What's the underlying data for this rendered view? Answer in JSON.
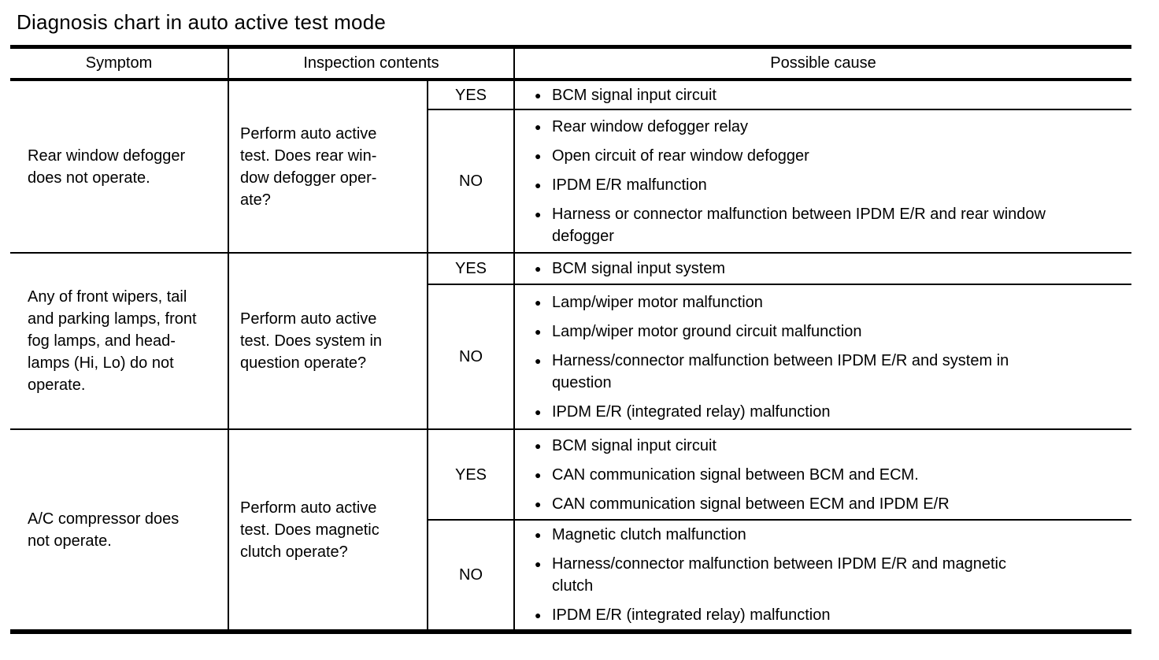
{
  "page": {
    "title": "Diagnosis chart in auto active test mode"
  },
  "table": {
    "headers": {
      "symptom": "Symptom",
      "inspection": "Inspection contents",
      "cause": "Possible cause"
    },
    "yes_label": "YES",
    "no_label": "NO",
    "rows": [
      {
        "symptom": "Rear window defogger\ndoes not operate.",
        "inspection": "Perform auto active\ntest. Does rear win-\ndow defogger oper-\nate?",
        "yes_causes": [
          "BCM signal input circuit"
        ],
        "no_causes": [
          "Rear window defogger relay",
          "Open circuit of rear window defogger",
          "IPDM E/R malfunction",
          "Harness or connector malfunction between IPDM E/R and rear window\ndefogger"
        ]
      },
      {
        "symptom": "Any of front wipers, tail\nand parking lamps, front\nfog lamps, and head-\nlamps (Hi, Lo) do not\noperate.",
        "inspection": "Perform auto active\ntest. Does system in\nquestion operate?",
        "yes_causes": [
          "BCM signal input system"
        ],
        "no_causes": [
          "Lamp/wiper motor malfunction",
          "Lamp/wiper motor ground circuit malfunction",
          "Harness/connector malfunction between IPDM E/R and system in\nquestion",
          "IPDM E/R (integrated relay) malfunction"
        ]
      },
      {
        "symptom": "A/C compressor does\nnot operate.",
        "inspection": "Perform auto active\ntest. Does magnetic\nclutch operate?",
        "yes_causes": [
          "BCM signal input circuit",
          "CAN communication signal between BCM and ECM.",
          "CAN communication signal between ECM and IPDM E/R"
        ],
        "no_causes": [
          "Magnetic clutch malfunction",
          "Harness/connector malfunction between IPDM E/R and magnetic\nclutch",
          "IPDM E/R (integrated relay) malfunction"
        ]
      }
    ]
  }
}
